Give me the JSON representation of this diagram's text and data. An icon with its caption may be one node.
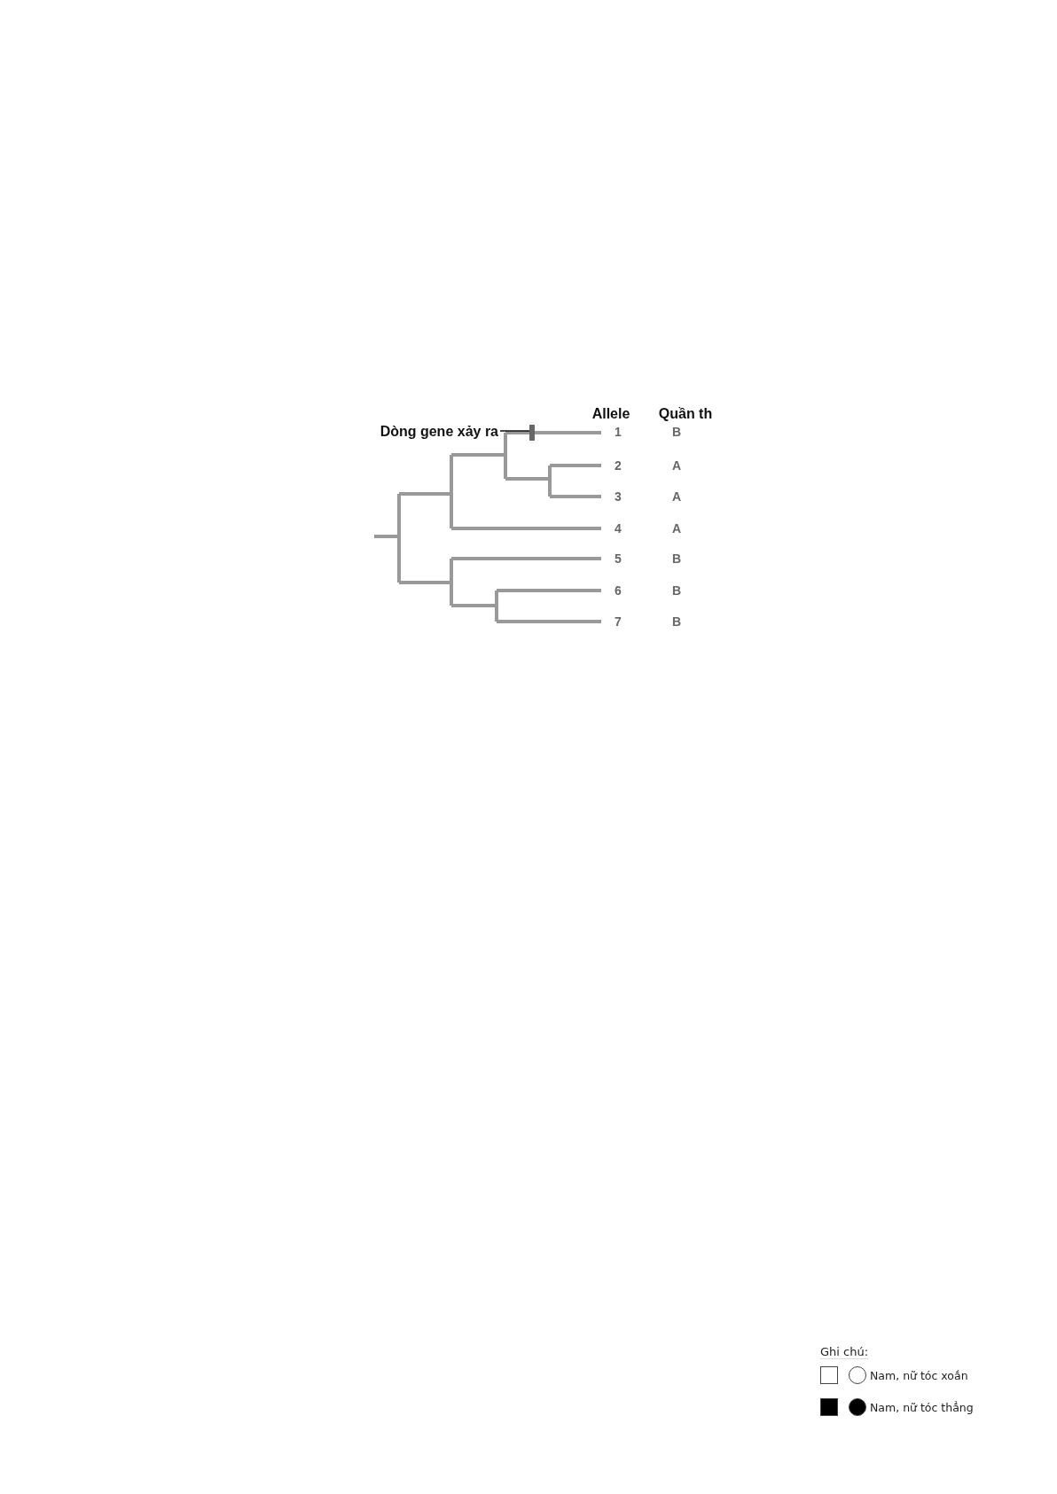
{
  "diagram": {
    "nodes": [
      {
        "text": [
          "Dòng gene xảy ra"
        ]
      },
      {
        "text": [],
        "shape": "bar"
      }
    ],
    "edges": [
      {
        "from": 0,
        "to": 1,
        "arrow": "none"
      }
    ],
    "labels": [
      "Allele",
      "Quần th",
      "1",
      "B",
      "2",
      "A",
      "3",
      "A",
      "4",
      "A",
      "5",
      "B",
      "6",
      "B",
      "7",
      "B",
      "Ghi chú:"
    ],
    "legend": [
      {
        "text": "Nam, nữ tóc xoắn"
      },
      {
        "text": "Nam, nữ tóc thẳng"
      }
    ]
  }
}
